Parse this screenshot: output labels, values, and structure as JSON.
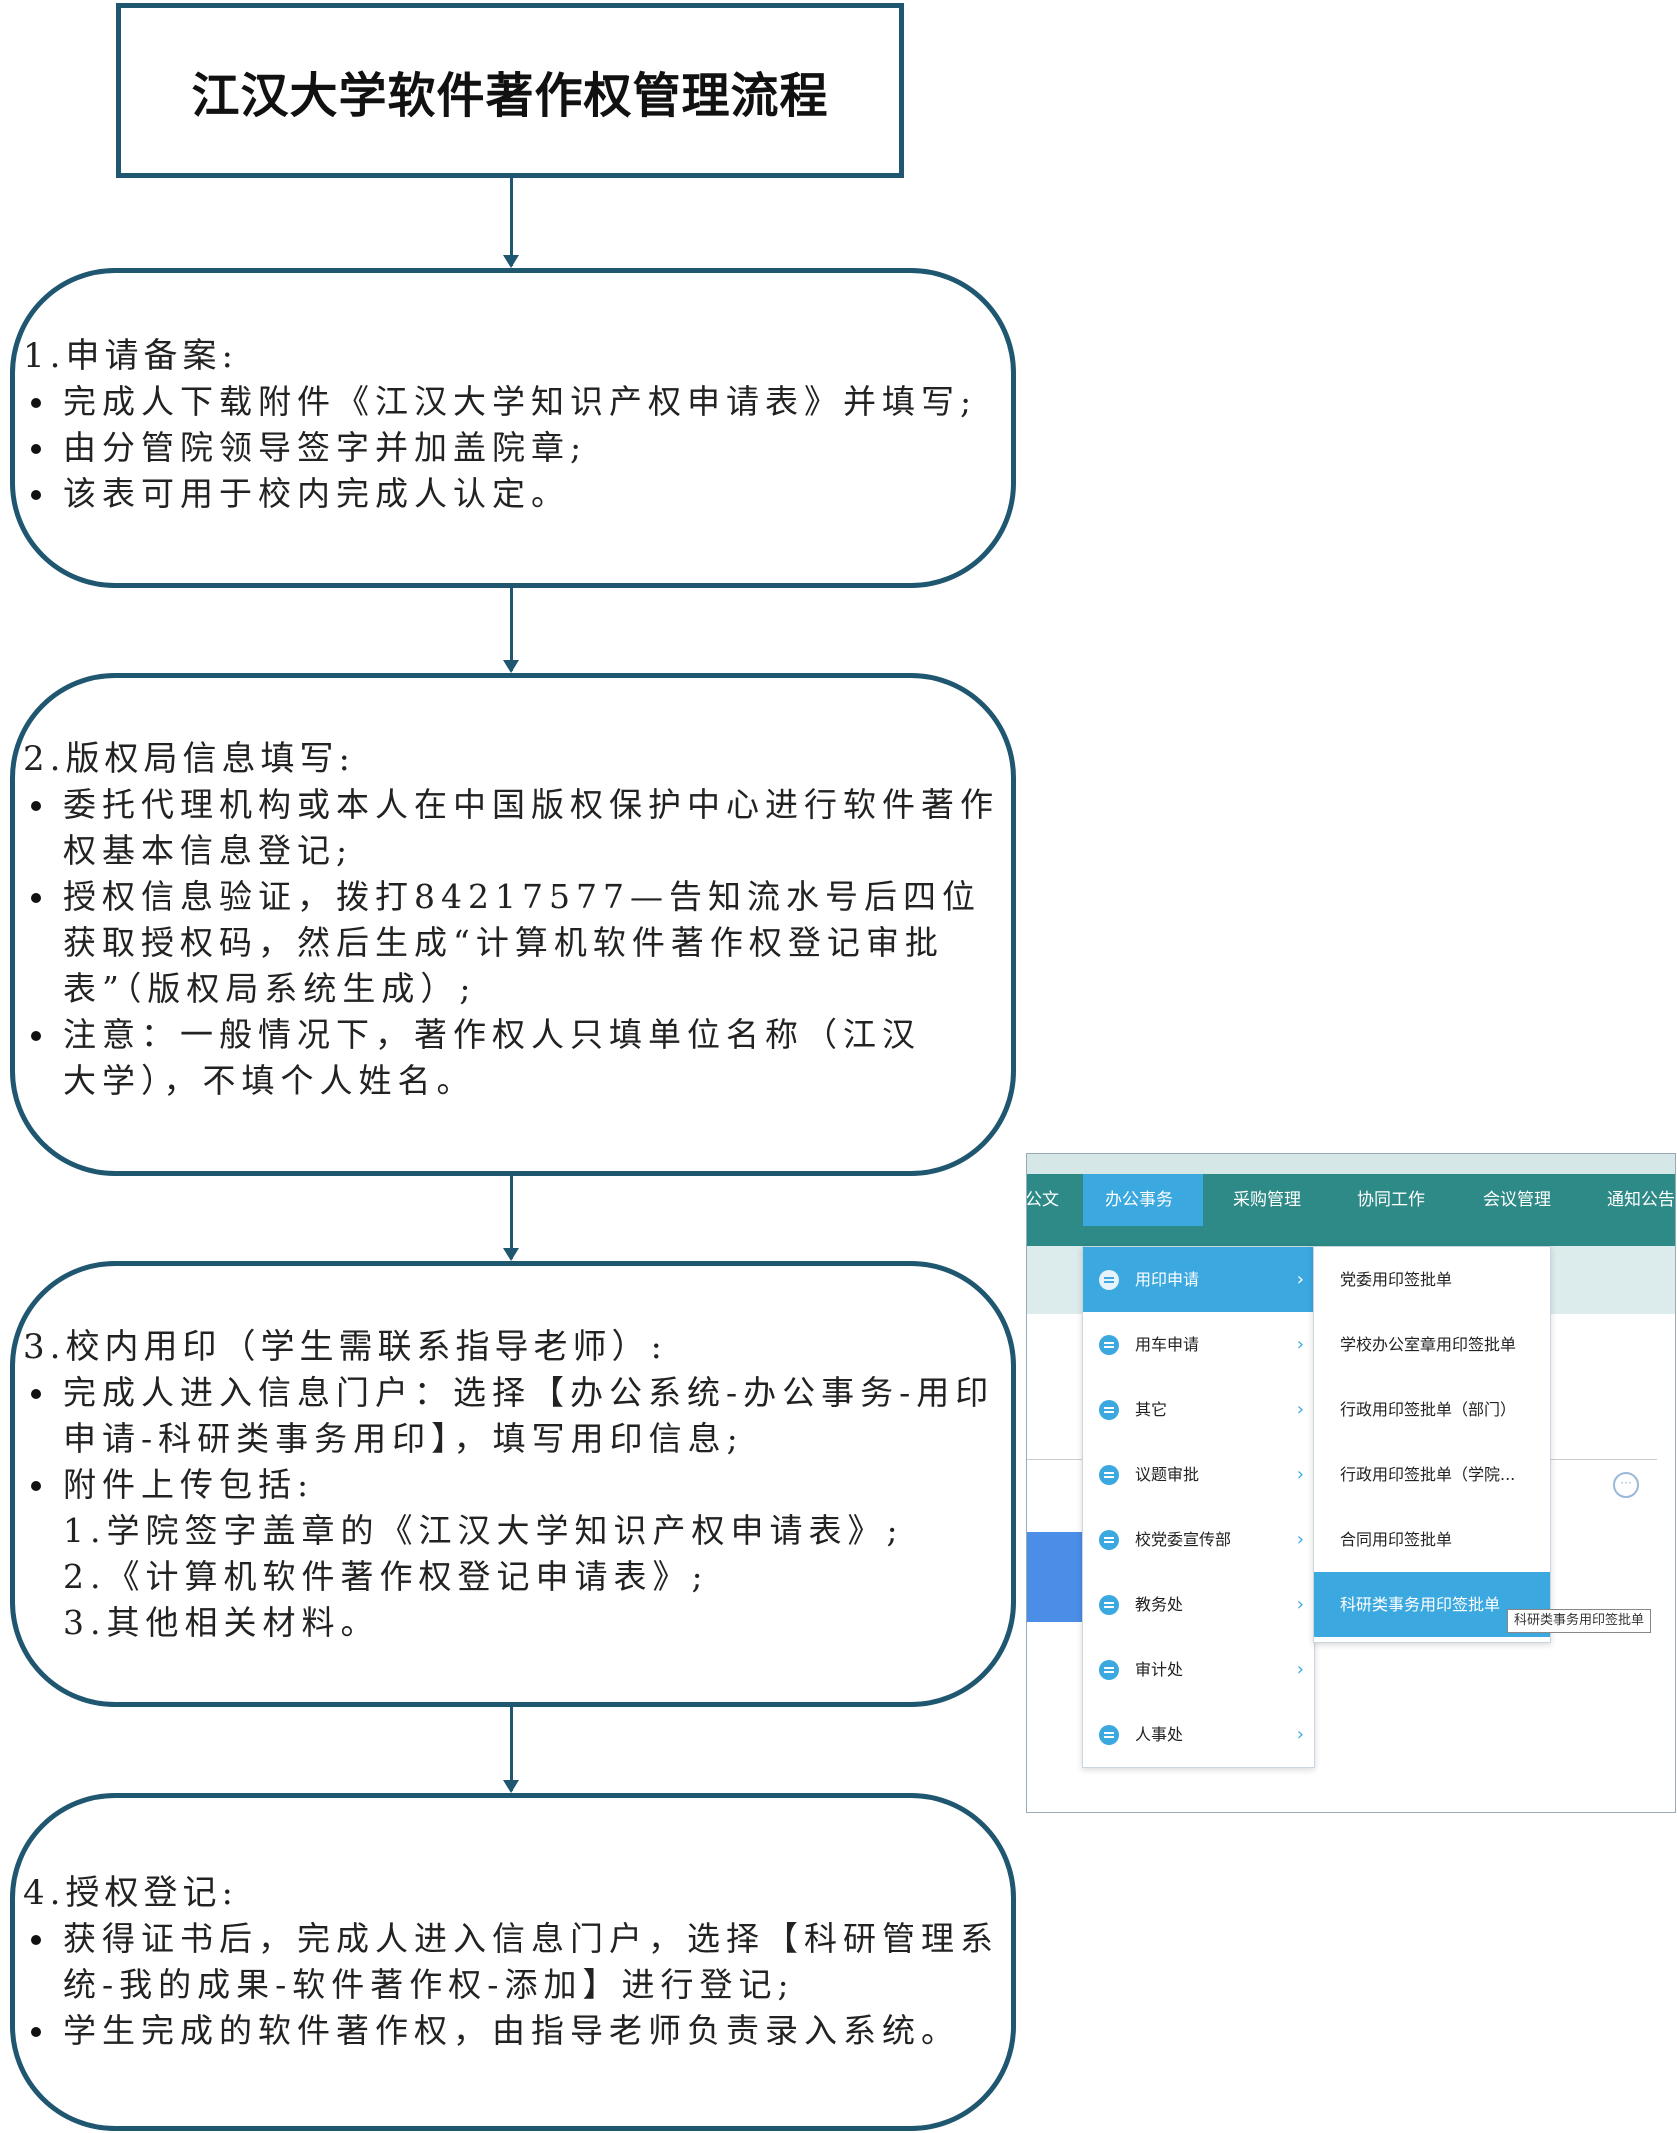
{
  "title": "江汉大学软件著作权管理流程",
  "steps": [
    {
      "heading": "1.申请备案:",
      "items": [
        "完成人下载附件《江汉大学知识产权申请表》并填写;",
        "由分管院领导签字并加盖院章;",
        "该表可用于校内完成人认定。"
      ]
    },
    {
      "heading": "2.版权局信息填写:",
      "items": [
        "委托代理机构或本人在中国版权保护中心进行软件著作权基本信息登记;",
        "授权信息验证，拨打84217577—告知流水号后四位获取授权码，然后生成“计算机软件著作权登记审批表”（版权局系统生成）;",
        "注意：一般情况下，著作权人只填单位名称（江汉大学），不填个人姓名。"
      ]
    },
    {
      "heading": "3.校内用印（学生需联系指导老师）:",
      "items": [
        "完成人进入信息门户：选择【办公系统-办公事务-用印申请-科研类事务用印】，填写用印信息;",
        "附件上传包括:"
      ],
      "sub_items": [
        "1.学院签字盖章的《江汉大学知识产权申请表》;",
        "2.《计算机软件著作权登记申请表》;",
        "3.其他相关材料。"
      ]
    },
    {
      "heading": "4.授权登记:",
      "items": [
        "获得证书后，完成人进入信息门户，选择【科研管理系统-我的成果-软件著作权-添加】进行登记;",
        "学生完成的软件著作权，由指导老师负责录入系统。"
      ]
    }
  ],
  "screenshot": {
    "menubar": [
      "公文",
      "办公事务",
      "采购管理",
      "协同工作",
      "会议管理",
      "通知公告"
    ],
    "active_menu": "办公事务",
    "left_menu": [
      "用印申请",
      "用车申请",
      "其它",
      "议题审批",
      "校党委宣传部",
      "教务处",
      "审计处",
      "人事处"
    ],
    "right_menu": [
      "党委用印签批单",
      "学校办公室章用印签批单",
      "行政用印签批单（部门）",
      "行政用印签批单（学院...",
      "合同用印签批单",
      "科研类事务用印签批单"
    ],
    "tooltip": "科研类事务用印签批单",
    "chevron": "›",
    "more_icon": "···"
  }
}
